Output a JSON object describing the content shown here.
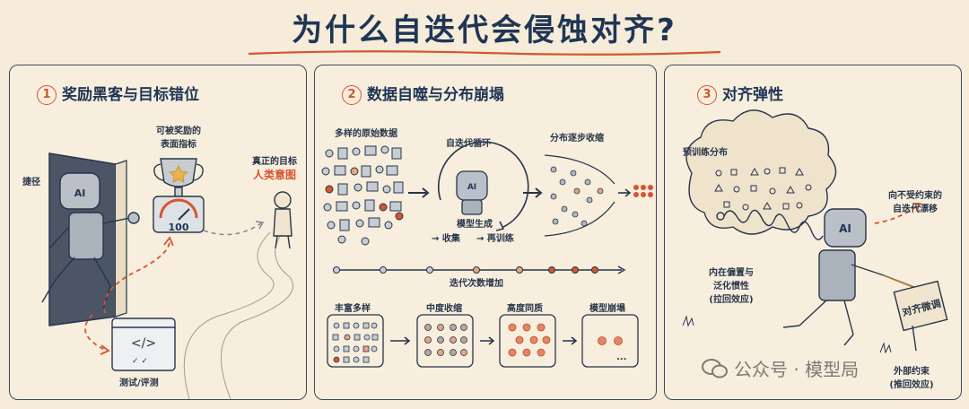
{
  "title": "为什么自迭代会侵蚀对齐?",
  "panels": {
    "p1": {
      "number": "1",
      "title": "奖励黑客与目标错位",
      "shortcut": "捷径",
      "metric_label_1": "可被奖励的",
      "metric_label_2": "表面指标",
      "score": "100",
      "true_goal_1": "真正的目标",
      "true_goal_2": "人类意图",
      "robot_badge": "AI",
      "test_label": "测试/评测"
    },
    "p2": {
      "number": "2",
      "title": "数据自噬与分布崩塌",
      "diverse_data": "多样的原始数据",
      "self_loop": "自迭代循环",
      "model_gen": "模型生成",
      "collect": "→ 收集",
      "retrain": "→ 再训练",
      "dist_shrink": "分布逐步收缩",
      "iter_label": "迭代次数增加",
      "robot_badge": "AI",
      "stages": [
        "丰富多样",
        "中度收缩",
        "高度同质",
        "模型崩塌"
      ],
      "ellipsis": "..."
    },
    "p3": {
      "number": "3",
      "title": "对齐弹性",
      "pretrain": "预训练分布",
      "drift_1": "向不受约束的",
      "drift_2": "自迭代漂移",
      "bias_1": "内在偏置与",
      "bias_2": "泛化惯性",
      "bias_3": "(拉回效应)",
      "sign": "对齐微调",
      "ext_1": "外部约束",
      "ext_2": "(推回效应)",
      "robot_badge": "AI"
    }
  },
  "watermark": {
    "text": "公众号 · 模型局"
  },
  "colors": {
    "accent": "#d6552e",
    "ink": "#27354a",
    "navy": "#1f3555",
    "paper": "#f6ecd9"
  }
}
